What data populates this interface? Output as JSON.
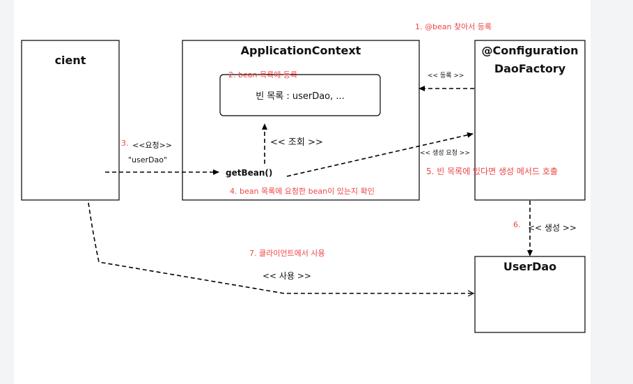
{
  "boxes": {
    "client": "cient",
    "app_context": "ApplicationContext",
    "bean_list_label": "빈 목록 : userDao, ...",
    "config_line1": "@Configuration",
    "config_line2": "DaoFactory",
    "userdao": "UserDao",
    "getbean": "getBean()"
  },
  "edge_labels": {
    "request": "<<요청>>",
    "request_arg": "\"userDao\"",
    "lookup": "<< 조회 >>",
    "register": "<< 등록 >>",
    "create_request": "<< 생성 요청 >>",
    "create": "<< 생성 >>",
    "use": "<< 사용 >>"
  },
  "annotations": {
    "step1": "1. @bean 찾아서 등록",
    "step2": "2. bean 목록에 등록",
    "step3": "3.",
    "step4": "4. bean 목록에 요청한 bean이 있는지 확인",
    "step5": "5. 빈 목록에 있다면 생성 메서드 호출",
    "step6": "6.",
    "step7": "7. 클라이언트에서 사용"
  },
  "colors": {
    "annotation": "#ef4444",
    "stroke": "#000000",
    "background": "#ffffff"
  }
}
